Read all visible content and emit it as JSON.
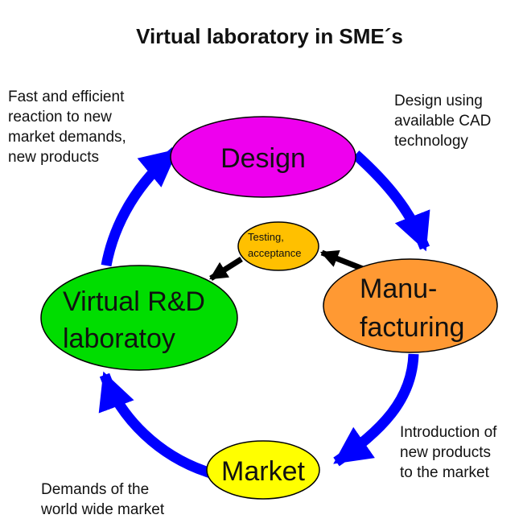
{
  "title": "Virtual laboratory in SME´s",
  "nodes": {
    "design": {
      "label": "Design",
      "color": "#ee00ee"
    },
    "manufacturing": {
      "line1": "Manu-",
      "line2": "facturing",
      "color": "#ff9933"
    },
    "market": {
      "label": "Market",
      "color": "#ffff00"
    },
    "rnd": {
      "line1": "Virtual R&D",
      "line2": "laboratoy",
      "color": "#00dd00"
    },
    "testing": {
      "line1": "Testing,",
      "line2": "acceptance",
      "color": "#ffc000"
    }
  },
  "notes": {
    "top_left": [
      "Fast and efficient",
      "reaction to new",
      "market demands,",
      "new products"
    ],
    "top_right": [
      "Design using",
      "available CAD",
      "technology"
    ],
    "bottom_right": [
      "Introduction of",
      "new products",
      "to the market"
    ],
    "bottom_left": [
      "Demands of the",
      "world wide market"
    ]
  },
  "colors": {
    "cycle_arrow": "#0000ff",
    "feedback_arrow": "#000000",
    "outline": "#000000"
  }
}
